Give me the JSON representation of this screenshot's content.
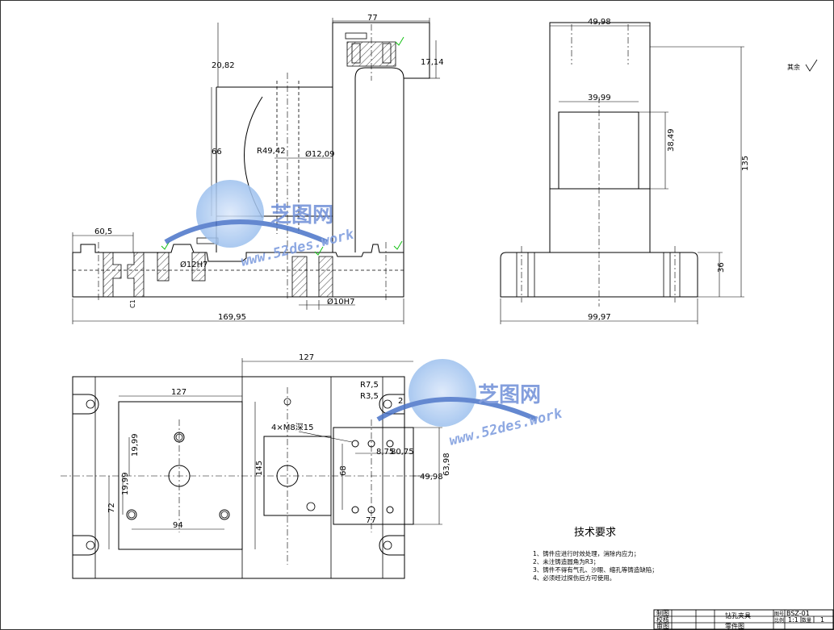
{
  "front_view": {
    "dims": {
      "top_width": "77",
      "top_height": "20,82",
      "top_right": "17,14",
      "body_height": "66",
      "radius": "R49,42",
      "bore": "Ø12,09",
      "left_offset": "60,5",
      "pin_hole": "Ø12H7",
      "center_hole": "Ø10H7",
      "overall_width": "169,95",
      "chamfer": "C1"
    }
  },
  "side_view": {
    "dims": {
      "top_width": "49,98",
      "inner_width": "39,99",
      "inner_height": "38,49",
      "overall_height": "135",
      "base_height": "36",
      "base_width": "99,97"
    }
  },
  "top_view": {
    "dims": {
      "right_width": "127",
      "left_width": "127",
      "r_large": "R7,5",
      "r_small": "R3,5",
      "r_small_num": "2",
      "thread": "4×M8深15",
      "spacing": "8,75",
      "spacing2": "80,75",
      "spacing_tail": "75",
      "hole_y1": "19,99",
      "hole_y2": "19,99",
      "hole_x": "94",
      "left_height": "72",
      "center_height": "145",
      "block_height": "68",
      "block_width": "49,98",
      "block_h2": "63,98",
      "block_bottom": "77"
    }
  },
  "roughness_note": "其余",
  "tech_requirements": {
    "title": "技术要求",
    "items": [
      "1、铸件应进行时效处理，消除内应力；",
      "2、未注铸造圆角为R3；",
      "3、铸件不得有气孔、沙眼、缩孔等铸造缺陷；",
      "4、必须经过探伤后方可使用。"
    ]
  },
  "title_block": {
    "drawn_label": "制图",
    "check_label": "校核",
    "review_label": "审图",
    "part_name": "钻孔夹具",
    "drawing_type": "零件图",
    "code_label": "图号",
    "code": "BSZ-01",
    "scale_label": "比例",
    "scale": "1:1",
    "qty_label": "数量",
    "qty": "1"
  },
  "watermark": {
    "brand": "芝图网",
    "url": "www.52des.work"
  }
}
